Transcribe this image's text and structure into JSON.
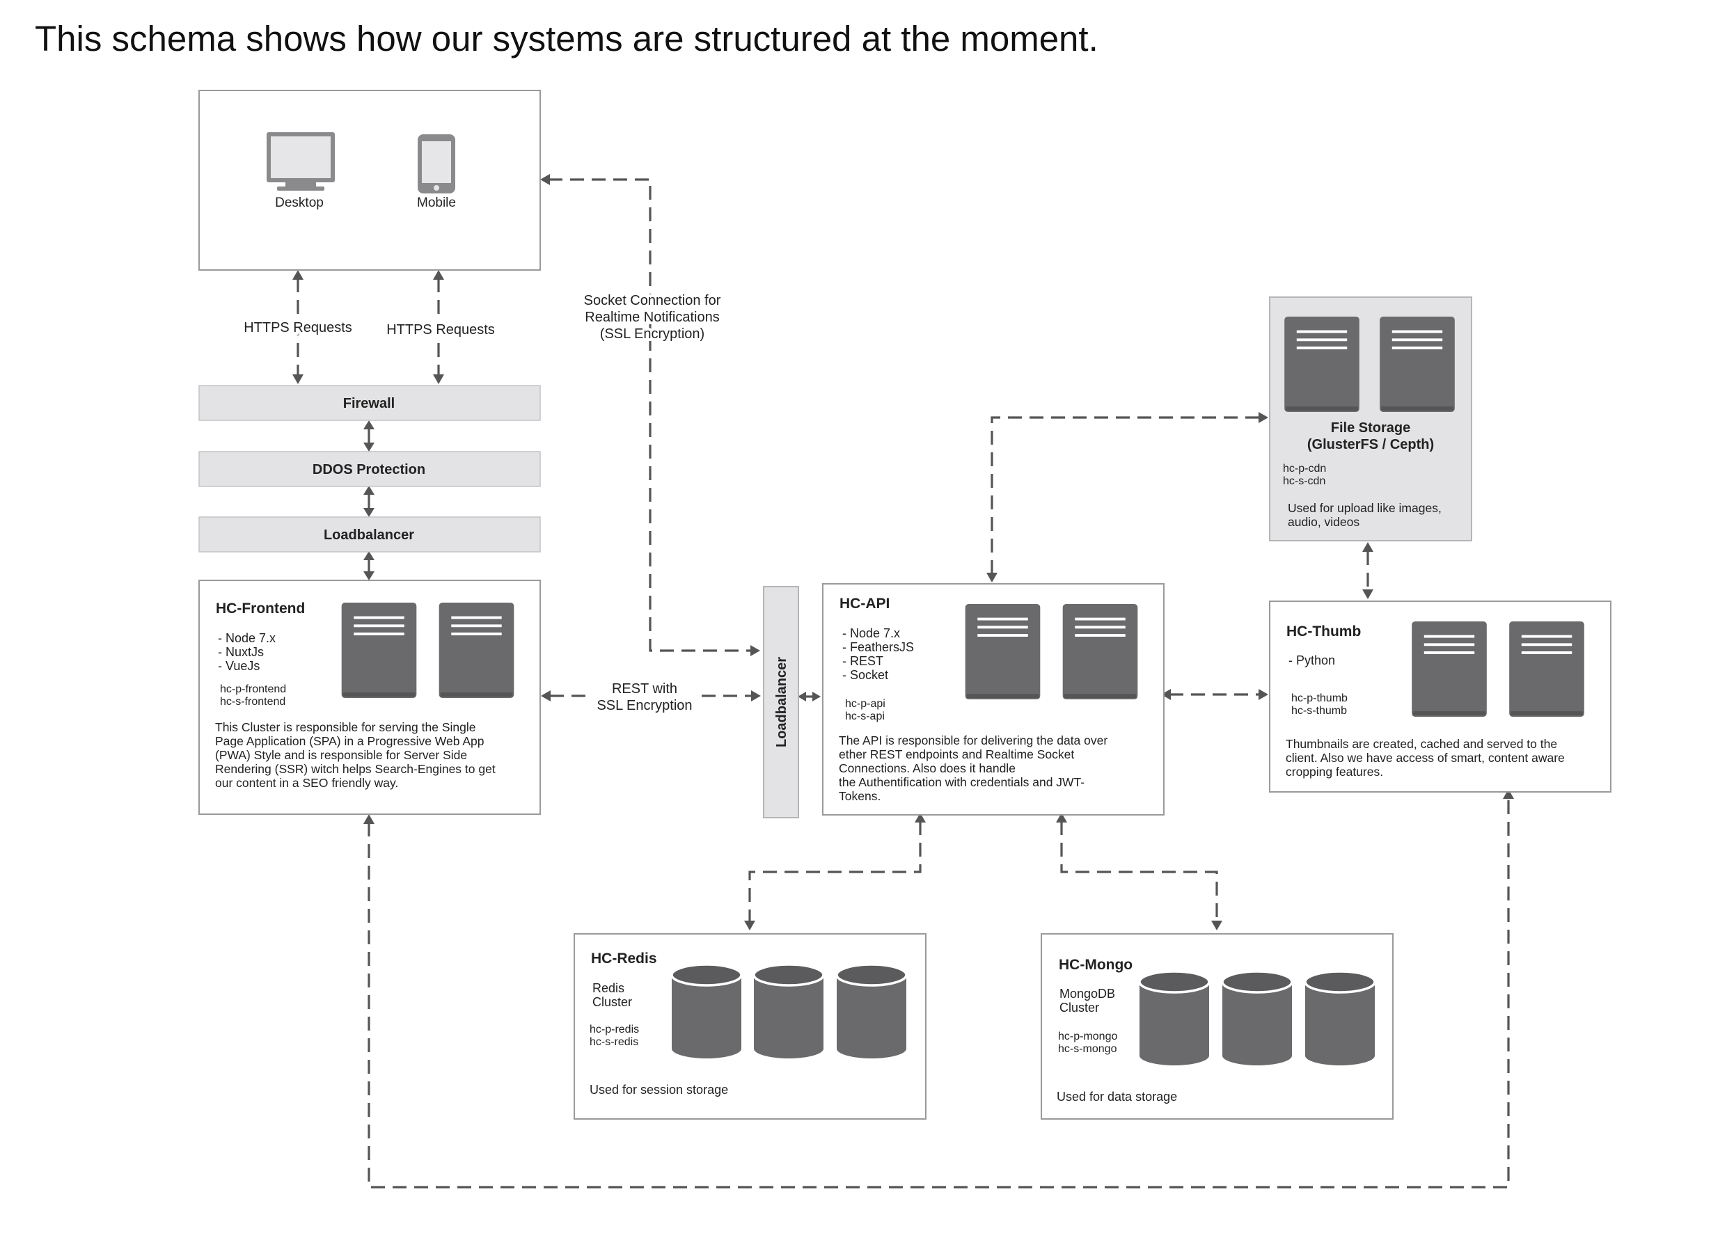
{
  "heading": "This schema shows how our systems are structured at the moment.",
  "clients": {
    "desktop_label": "Desktop",
    "mobile_label": "Mobile",
    "desktop_icon": "monitor-icon",
    "mobile_icon": "smartphone-icon"
  },
  "connections": {
    "https_left": "HTTPS Requests",
    "https_right": "HTTPS Requests",
    "socket_line1": "Socket Connection for",
    "socket_line2": "Realtime Notifications",
    "socket_line3": "(SSL Encryption)",
    "rest_line1": "REST with",
    "rest_line2": "SSL Encryption"
  },
  "layers": {
    "firewall": "Firewall",
    "ddos": "DDOS Protection",
    "loadbalancer": "Loadbalancer",
    "api_loadbalancer": "Loadbalancer"
  },
  "frontend": {
    "title": "HC-Frontend",
    "tech": [
      "- Node 7.x",
      "- NuxtJs",
      "- VueJs"
    ],
    "hosts": [
      "hc-p-frontend",
      "hc-s-frontend"
    ],
    "description": [
      "This Cluster is responsible for serving the Single",
      "Page Application (SPA) in a Progressive Web App",
      "(PWA) Style and is responsible for Server Side",
      "Rendering (SSR) witch helps Search-Engines to get",
      "our content in a SEO friendly way."
    ]
  },
  "api": {
    "title": "HC-API",
    "tech": [
      "- Node 7.x",
      "- FeathersJS",
      "- REST",
      "- Socket"
    ],
    "hosts": [
      "hc-p-api",
      "hc-s-api"
    ],
    "description": [
      "The API is responsible for delivering the data over",
      "ether REST endpoints and Realtime Socket",
      "Connections. Also does it handle",
      "the Authentification with credentials and JWT-",
      "Tokens."
    ]
  },
  "storage": {
    "title_line1": "File Storage",
    "title_line2": "(GlusterFS / Cepth)",
    "hosts": [
      "hc-p-cdn",
      "hc-s-cdn"
    ],
    "description": [
      "Used for upload like images,",
      "audio, videos"
    ]
  },
  "thumb": {
    "title": "HC-Thumb",
    "tech": [
      "- Python"
    ],
    "hosts": [
      "hc-p-thumb",
      "hc-s-thumb"
    ],
    "description": [
      "Thumbnails are created, cached and served to the",
      "client. Also we have access of smart, content aware",
      "cropping features."
    ]
  },
  "redis": {
    "title": "HC-Redis",
    "kind": [
      "Redis",
      "Cluster"
    ],
    "hosts": [
      "hc-p-redis",
      "hc-s-redis"
    ],
    "description": "Used for session storage"
  },
  "mongo": {
    "title": "HC-Mongo",
    "kind": [
      "MongoDB",
      "Cluster"
    ],
    "hosts": [
      "hc-p-mongo",
      "hc-s-mongo"
    ],
    "description": "Used for data storage"
  },
  "icons": {
    "server": "server-icon",
    "database": "database-icon"
  },
  "colors": {
    "server_fill": "#6a6a6c",
    "panel_gray": "#e3e3e5",
    "connector": "#555555"
  }
}
